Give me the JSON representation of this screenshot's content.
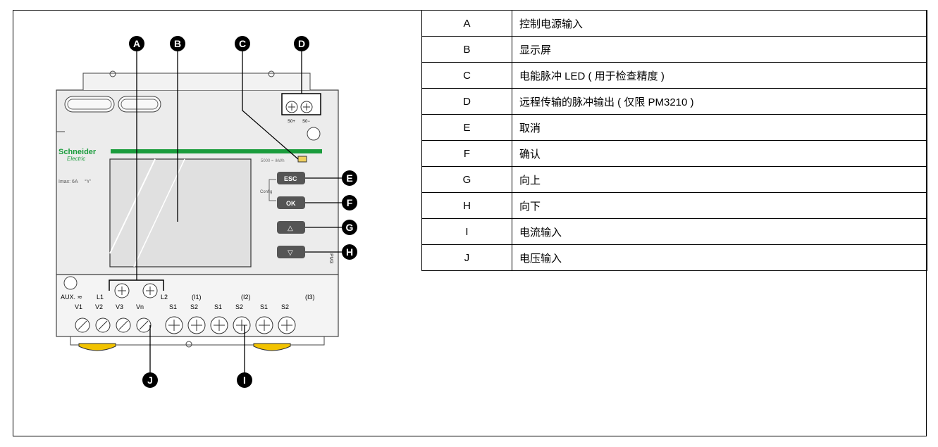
{
  "device": {
    "brand_line1": "Schneider",
    "brand_line2": "Electric",
    "imax_label": "Imax: 6A",
    "symbol_label": "°Y'",
    "pulse_rate": "5000 ≈ /kWh",
    "config_label": "Config",
    "btn_esc": "ESC",
    "btn_ok": "OK",
    "btn_up": "△",
    "btn_down": "▽",
    "model_side": "PM3",
    "pulse_plus": "S0+",
    "pulse_minus": "S0−",
    "aux_label": "AUX. ≂",
    "l1_label": "L1",
    "l2_label": "L2",
    "i1_label": "(I1)",
    "i2_label": "(I2)",
    "i3_label": "(I3)",
    "terminal_labels": [
      "V1",
      "V2",
      "V3",
      "Vn",
      "S1",
      "S2",
      "S1",
      "S2",
      "S1",
      "S2"
    ]
  },
  "callouts": [
    "A",
    "B",
    "C",
    "D",
    "E",
    "F",
    "G",
    "H",
    "I",
    "J"
  ],
  "legend": [
    {
      "key": "A",
      "desc": "控制电源输入"
    },
    {
      "key": "B",
      "desc": "显示屏"
    },
    {
      "key": "C",
      "desc": "电能脉冲 LED ( 用于检查精度 )"
    },
    {
      "key": "D",
      "desc": "远程传输的脉冲输出 ( 仅限 PM3210 )"
    },
    {
      "key": "E",
      "desc": "取消"
    },
    {
      "key": "F",
      "desc": "确认"
    },
    {
      "key": "G",
      "desc": "向上"
    },
    {
      "key": "H",
      "desc": "向下"
    },
    {
      "key": "I",
      "desc": "电流输入"
    },
    {
      "key": "J",
      "desc": "电压输入"
    }
  ],
  "colors": {
    "brand_green": "#1a9c3c",
    "knob_yellow": "#f2c300",
    "led_yellow": "#f0d060",
    "housing": "#e8e8e8",
    "button": "#555555"
  }
}
